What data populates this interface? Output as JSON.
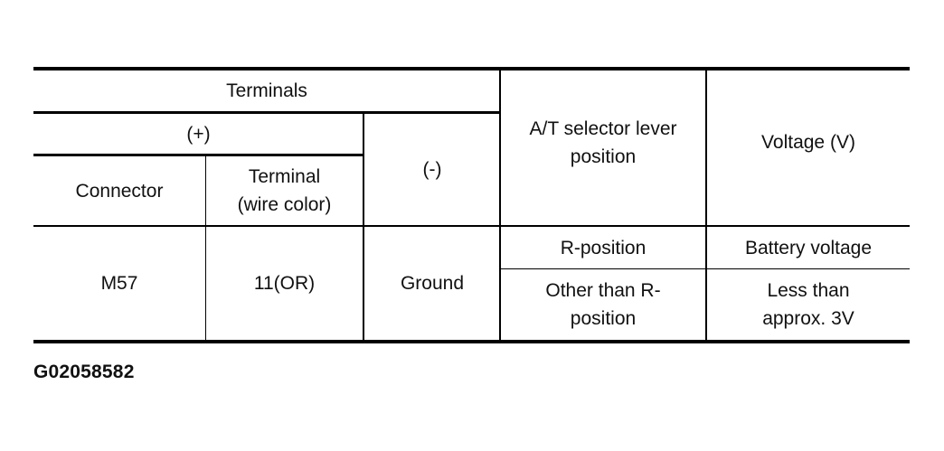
{
  "table": {
    "header": {
      "terminals": "Terminals",
      "plus": "(+)",
      "minus": "(-)",
      "connector": "Connector",
      "terminal_wire_color_line1": "Terminal",
      "terminal_wire_color_line2": "(wire color)",
      "selector_position_line1": "A/T selector lever",
      "selector_position_line2": "position",
      "voltage": "Voltage (V)"
    },
    "rows": [
      {
        "connector": "M57",
        "terminal": "11(OR)",
        "minus": "Ground",
        "conditions": [
          {
            "position_lines": [
              "R-position"
            ],
            "voltage_lines": [
              "Battery voltage"
            ]
          },
          {
            "position_lines": [
              "Other than R-",
              "position"
            ],
            "voltage_lines": [
              "Less than",
              "approx. 3V"
            ]
          }
        ]
      }
    ]
  },
  "figure_id": "G02058582"
}
